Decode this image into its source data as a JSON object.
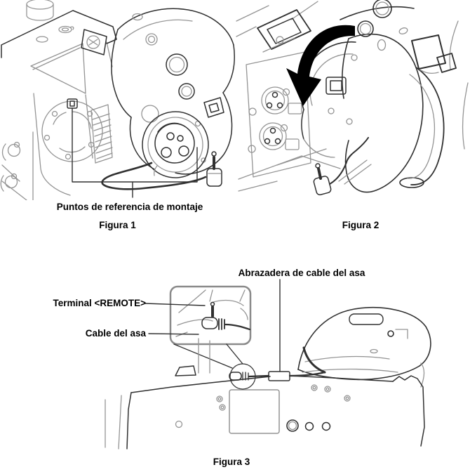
{
  "page": {
    "background": "#ffffff"
  },
  "colors": {
    "line_dark": "#303030",
    "line_light": "#949494",
    "arrow_black": "#000000",
    "text": "#000000"
  },
  "figure1": {
    "caption": "Figura 1",
    "callout": "Puntos de referencia de montaje"
  },
  "figure2": {
    "caption": "Figura 2",
    "icons": {
      "rotation_arrow": "rotate-counterclockwise-arrow"
    }
  },
  "figure3": {
    "caption": "Figura 3",
    "labels": {
      "clamp": "Abrazadera de cable del asa",
      "terminal": "Terminal <REMOTE>",
      "cable": "Cable del asa"
    }
  }
}
